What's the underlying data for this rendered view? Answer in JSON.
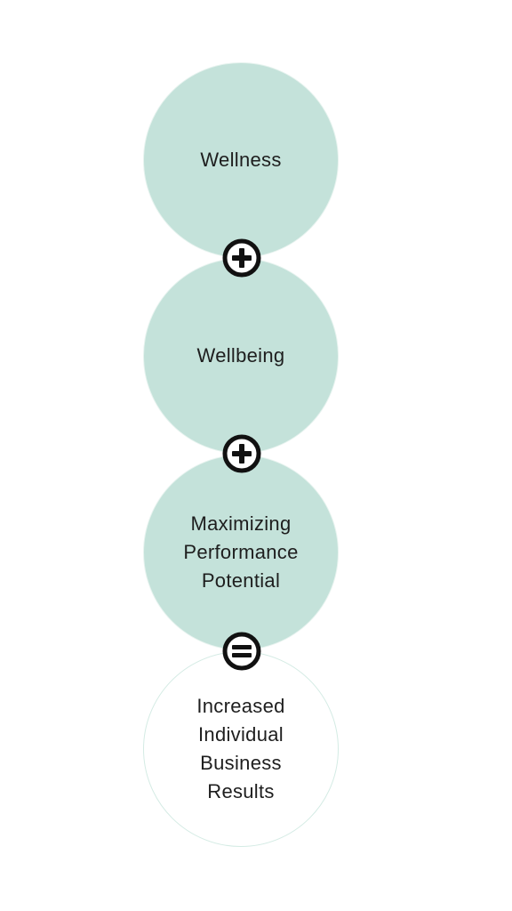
{
  "diagram": {
    "nodes": [
      {
        "label": "Wellness"
      },
      {
        "label": "Wellbeing"
      },
      {
        "label": "Maximizing\nPerformance\nPotential"
      },
      {
        "label": "Increased\nIndividual\nBusiness\nResults"
      }
    ],
    "operators": [
      {
        "icon": "plus-icon"
      },
      {
        "icon": "plus-icon"
      },
      {
        "icon": "equals-icon"
      }
    ],
    "colors": {
      "circle_fill": "#c4e2da",
      "result_fill": "#ffffff",
      "operator": "#111111",
      "text": "#1e1e1e"
    }
  }
}
